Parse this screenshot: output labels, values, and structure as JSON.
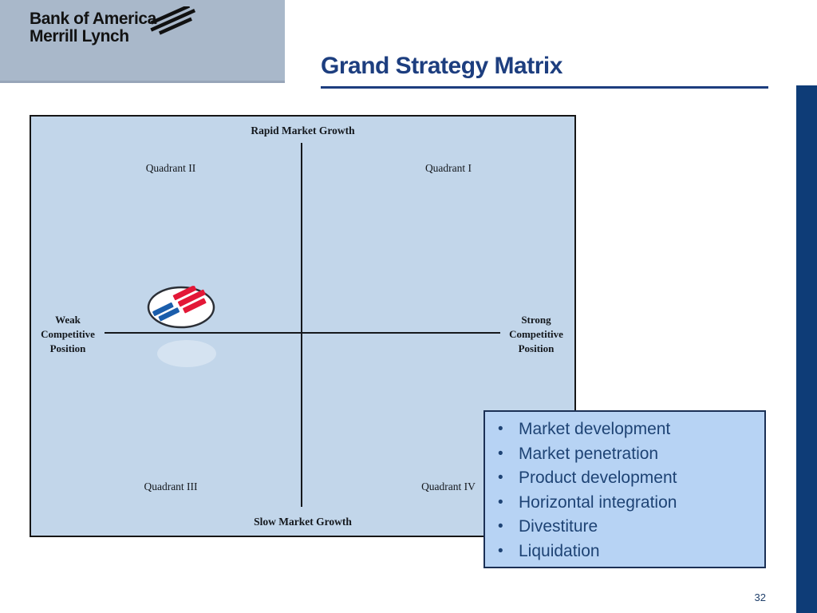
{
  "header": {
    "logo_line1": "Bank of America",
    "logo_line2": "Merrill Lynch",
    "title": "Grand Strategy Matrix"
  },
  "matrix": {
    "top_label": "Rapid Market Growth",
    "bottom_label": "Slow Market Growth",
    "left_label_lines": [
      "Weak",
      "Competitive",
      "Position"
    ],
    "right_label_lines": [
      "Strong",
      "Competitive",
      "Position"
    ],
    "quadrant_1": "Quadrant I",
    "quadrant_2": "Quadrant II",
    "quadrant_3": "Quadrant III",
    "quadrant_4": "Quadrant IV",
    "marker": "bank-of-america-flag-logo"
  },
  "strategy_list": {
    "items": [
      "Market development",
      "Market penetration",
      "Product development",
      "Horizontal integration",
      "Divestiture",
      "Liquidation"
    ]
  },
  "footer": {
    "page_number": "32"
  },
  "colors": {
    "header_bg": "#a9b8ca",
    "title_navy": "#1d3e7f",
    "right_bar_navy": "#0e3c77",
    "matrix_bg": "#c2d6ea",
    "listbox_bg": "#b7d3f4",
    "listbox_text": "#1e4374",
    "logo_blue": "#1a5dab",
    "logo_red": "#e31837"
  }
}
